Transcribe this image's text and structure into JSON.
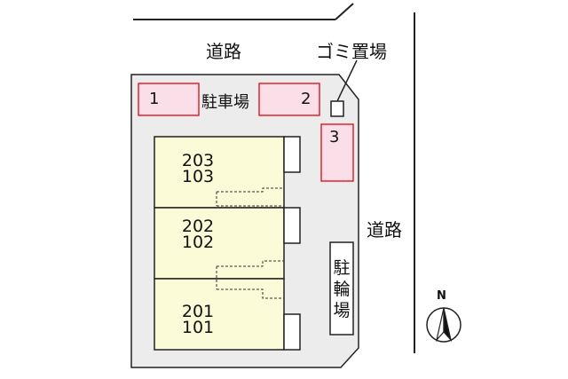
{
  "colors": {
    "lot": "#ececec",
    "building": "#fbfbd7",
    "parking_fill": "#fbdfe8",
    "parking_border": "#e3232f",
    "line": "#222222"
  },
  "roads": {
    "top": "道路",
    "right": "道路"
  },
  "garbage": {
    "label": "ゴミ置場"
  },
  "parking": {
    "label": "駐車場",
    "slots": [
      {
        "label": "1"
      },
      {
        "label": "2"
      },
      {
        "label": "3"
      }
    ]
  },
  "units": [
    {
      "upper": "203",
      "lower": "103"
    },
    {
      "upper": "202",
      "lower": "102"
    },
    {
      "upper": "201",
      "lower": "101"
    }
  ],
  "bicycle_parking": {
    "label": "駐輪場"
  },
  "compass": {
    "label": "N",
    "icon": "north-arrow-icon"
  }
}
